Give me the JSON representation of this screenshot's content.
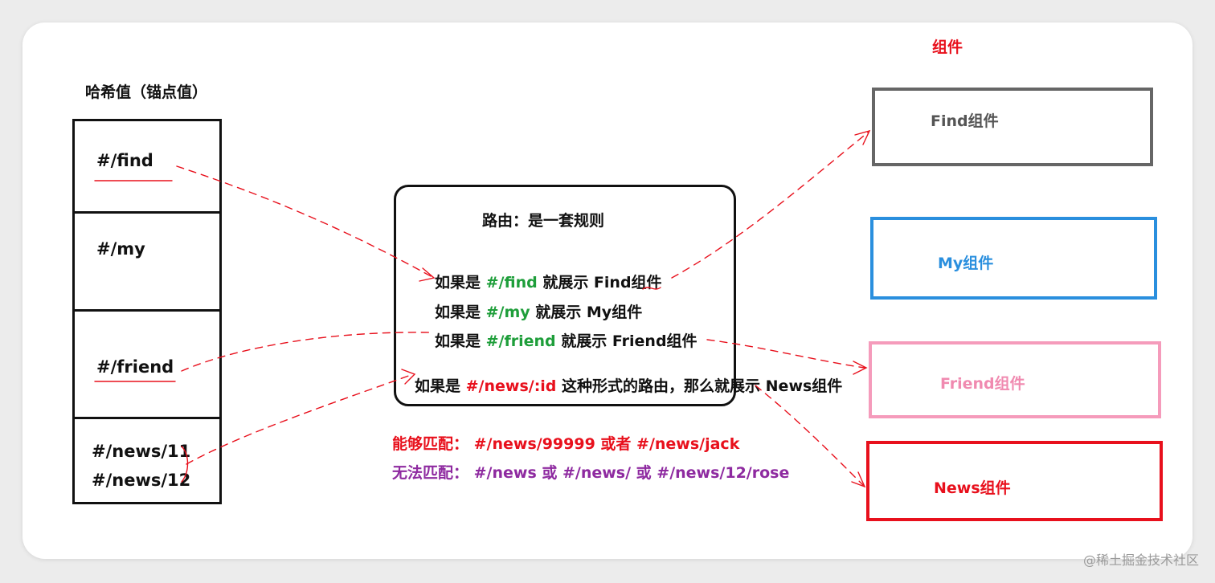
{
  "titles": {
    "hash": "哈希值（锚点值）",
    "components": "组件"
  },
  "hashes": [
    "#/find",
    "#/my",
    "#/friend",
    "#/news/11",
    "#/news/12"
  ],
  "router": {
    "title": "路由：是一套规则",
    "rules": [
      {
        "pre": "如果是 ",
        "code": "#/find",
        "post": " 就展示 Find组件"
      },
      {
        "pre": "如果是 ",
        "code": "#/my",
        "post": " 就展示 My组件"
      },
      {
        "pre": "如果是 ",
        "code": "#/friend",
        "post": " 就展示 Friend组件"
      },
      {
        "pre": "如果是 ",
        "code": "#/news/:id",
        "post": " 这种形式的路由，那么就展示 News组件"
      }
    ]
  },
  "components": [
    {
      "label": "Find组件",
      "color": "#666666"
    },
    {
      "label": "My组件",
      "color": "#2a8fde"
    },
    {
      "label": "Friend组件",
      "color": "#f59bbb"
    },
    {
      "label": "News组件",
      "color": "#e8101c"
    }
  ],
  "matches": {
    "ok": "能够匹配： #/news/99999 或者 #/news/jack",
    "bad": "无法匹配： #/news 或 #/news/ 或 #/news/12/rose"
  },
  "colors": {
    "arrow": "#e8101c",
    "green": "#1e9e3a",
    "red": "#e8101c",
    "purple": "#8e2aa0"
  },
  "watermark": "@稀土掘金技术社区"
}
